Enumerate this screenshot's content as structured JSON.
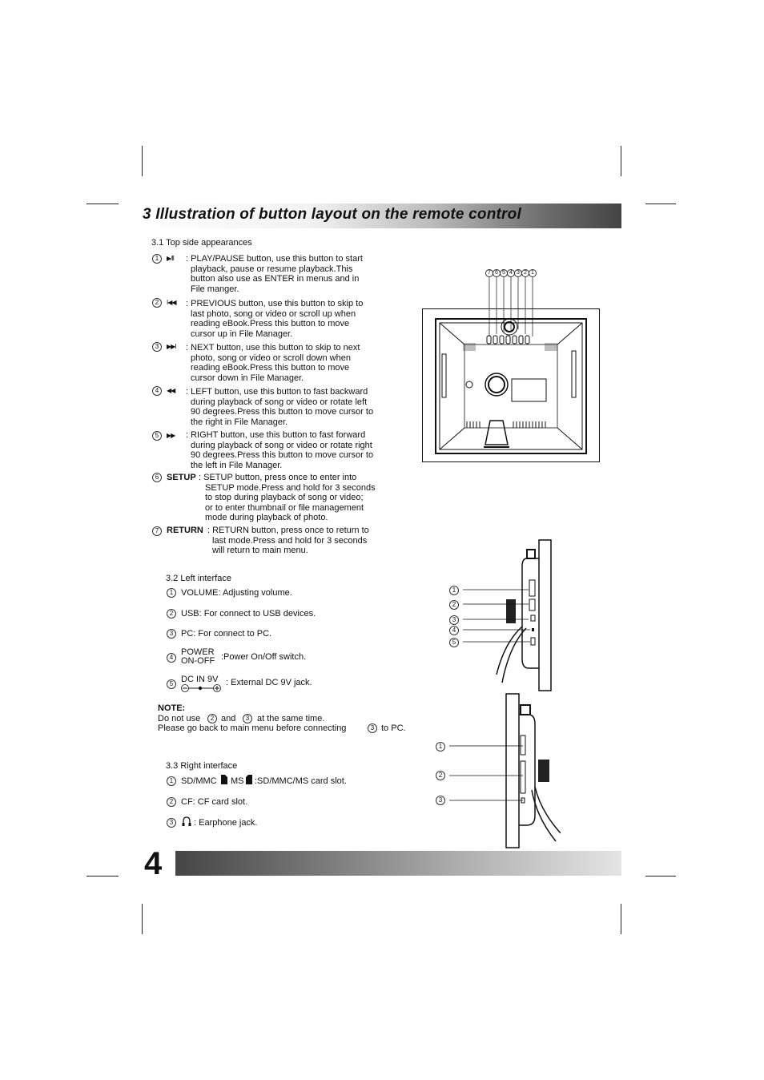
{
  "header": {
    "title": "3  Illustration of button layout on the remote control"
  },
  "top_side": {
    "heading": "3.1 Top side appearances",
    "items": [
      {
        "n": "1",
        "icon": "▶/II",
        "lines": [
          ": PLAY/PAUSE button, use this button to start",
          "playback, pause or resume playback.This",
          "button also use as ENTER in menus and in",
          "File manger."
        ]
      },
      {
        "n": "2",
        "icon": "I◀◀",
        "lines": [
          ": PREVIOUS button, use this button to skip to",
          "last photo, song or video or scroll up when",
          "reading eBook.Press this button to move",
          "cursor up in File Manager."
        ]
      },
      {
        "n": "3",
        "icon": "▶▶I",
        "lines": [
          ": NEXT button, use this button to skip to next",
          "photo, song or video or scroll down when",
          "reading eBook.Press this button to move",
          "cursor down in File Manager."
        ]
      },
      {
        "n": "4",
        "icon": "◀◀",
        "lines": [
          ": LEFT button, use this button to fast backward",
          "during playback of song or video or rotate left",
          "90 degrees.Press this button to move cursor to",
          "the right in File Manager."
        ]
      },
      {
        "n": "5",
        "icon": "▶▶",
        "lines": [
          ": RIGHT button, use this button to fast forward",
          "during playback of song or video or rotate right",
          "90 degrees.Press this button to move cursor to",
          "the left in File Manager."
        ]
      }
    ],
    "setup": {
      "n": "6",
      "label": "SETUP",
      "lines": [
        ": SETUP button, press once to enter into",
        "SETUP mode.Press and hold for 3 seconds",
        "to stop during playback of song or video;",
        "or to enter thumbnail or file management",
        "mode during playback of photo."
      ]
    },
    "return": {
      "n": "7",
      "label": "RETURN",
      "lines": [
        ": RETURN button, press once to return to",
        "last mode.Press and hold for 3 seconds",
        "will  return to main menu."
      ]
    },
    "figure_labels": [
      "7",
      "6",
      "5",
      "4",
      "3",
      "2",
      "1"
    ]
  },
  "left_interface": {
    "heading": "3.2 Left interface",
    "items": [
      {
        "n": "1",
        "text": "VOLUME: Adjusting volume."
      },
      {
        "n": "2",
        "text": "USB: For connect to USB devices."
      },
      {
        "n": "3",
        "text": "PC: For connect to PC."
      },
      {
        "n": "4",
        "label_top": "POWER",
        "label_bottom": "ON-OFF",
        "text": ":Power On/Off switch."
      },
      {
        "n": "5",
        "label_top": "DC IN 9V",
        "text": ": External DC 9V jack."
      }
    ],
    "figure_labels": [
      "1",
      "2",
      "3",
      "4",
      "5"
    ]
  },
  "note": {
    "title": "NOTE:",
    "line1_a": "Do not use",
    "line1_n1": "2",
    "line1_b": "and",
    "line1_n2": "3",
    "line1_c": "at the same time.",
    "line2_a": "Please go back to main menu before connecting",
    "line2_n": "3",
    "line2_b": "to PC."
  },
  "right_interface": {
    "heading": "3.3 Right interface",
    "items": [
      {
        "n": "1",
        "a": "SD/MMC",
        "b": "MS",
        "c": ":SD/MMC/MS card slot."
      },
      {
        "n": "2",
        "text": "CF: CF card slot."
      },
      {
        "n": "3",
        "text": ": Earphone jack."
      }
    ],
    "figure_labels": [
      "1",
      "2",
      "3"
    ]
  },
  "footer": {
    "page_number": "4"
  }
}
